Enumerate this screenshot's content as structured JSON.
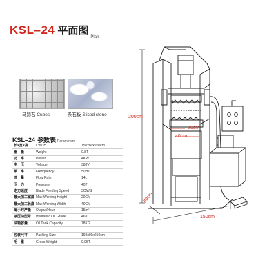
{
  "title": {
    "model": "KSL–24",
    "cn": "平面图",
    "en": "Plan"
  },
  "samples": [
    {
      "cn": "马蹄石",
      "en": "Cubes"
    },
    {
      "cn": "条石板",
      "en": "Sliced stone"
    }
  ],
  "params_title": {
    "model": "KSL–24",
    "cn": "参数表",
    "en": "Parameters"
  },
  "specs": [
    {
      "cn": "长×宽×高",
      "en": "L*W*H",
      "value": "150x80x200cm"
    },
    {
      "cn": "重　量",
      "en": "Weight",
      "value": "0.8T"
    },
    {
      "cn": "功　率",
      "en": "Power",
      "value": "4KW"
    },
    {
      "cn": "电　压",
      "en": "Voltage",
      "value": "380V"
    },
    {
      "cn": "频　率",
      "en": "Frenquency",
      "value": "50HZ"
    },
    {
      "cn": "流　量",
      "en": "Flow Rate",
      "value": "14L"
    },
    {
      "cn": "压　力",
      "en": "Pressure",
      "value": "40T"
    },
    {
      "cn": "走刀速度",
      "en": "Blade Feeding Speed",
      "value": "3CM/S"
    },
    {
      "cn": "最大加工宽度",
      "en": "Max Working Height",
      "value": "20CM"
    },
    {
      "cn": "最大加工长度",
      "en": "Max Working Width",
      "value": "40CM"
    },
    {
      "cn": "每小时产量",
      "en": "Output/Hour",
      "value": "15m²"
    },
    {
      "cn": "液压油型号",
      "en": "Hydraulic Oil Grade",
      "value": "46#"
    },
    {
      "cn": "油箱容量",
      "en": "Oil Tank Capacity",
      "value": "78KG"
    }
  ],
  "packing": [
    {
      "cn": "包装尺寸",
      "en": "Packing Size",
      "value": "160x90x210cm"
    },
    {
      "cn": "毛　重",
      "en": "Gross Weight",
      "value": "0.95T"
    }
  ],
  "dimensions": {
    "height": "200cm",
    "width_inner": "20cm",
    "length_inner": "40cm",
    "depth": "80cm",
    "length": "150cm"
  },
  "colors": {
    "accent": "#d12a1c",
    "line": "#222222"
  }
}
